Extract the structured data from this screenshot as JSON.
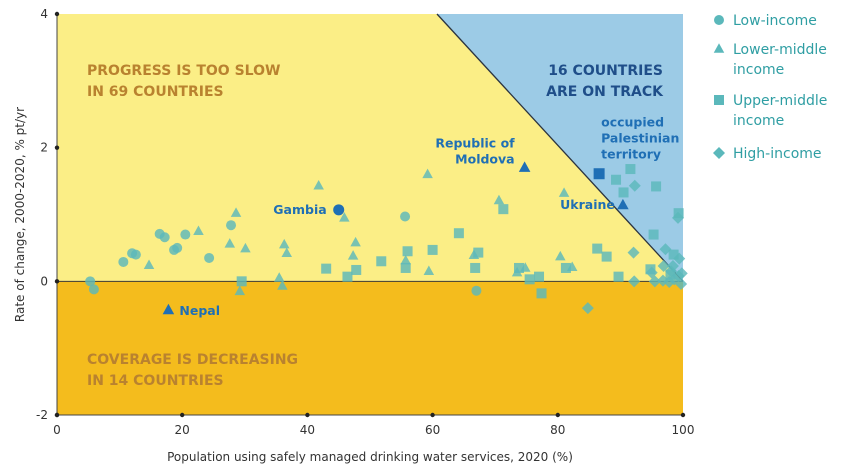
{
  "chart_data": {
    "type": "scatter",
    "xlabel": "Population using safely managed drinking water services, 2020 (%)",
    "ylabel": "Rate of change, 2000-2020, % pt/yr",
    "xlim": [
      0,
      100
    ],
    "ylim": [
      -2,
      4
    ],
    "x_ticks": [
      "0",
      "20",
      "40",
      "60",
      "80",
      "100"
    ],
    "y_ticks": [
      "-2",
      "0",
      "2",
      "4"
    ],
    "grid": false,
    "legend_position": "top-right",
    "colors": {
      "region_slow": "#fbee86",
      "region_decreasing": "#f4bc1d",
      "region_on_track": "#9ccbe6",
      "marker": "#5bb8bb",
      "highlight": "#1f6fb5",
      "label_orange": "#b9822f",
      "label_blue": "#1f4e89"
    },
    "regions": [
      {
        "name": "slow",
        "lines": [
          "PROGRESS IS TOO SLOW",
          "IN 69 COUNTRIES"
        ]
      },
      {
        "name": "on_track",
        "lines": [
          "16 COUNTRIES",
          "ARE ON TRACK"
        ]
      },
      {
        "name": "decreasing",
        "lines": [
          "COVERAGE IS DECREASING",
          "IN 14 COUNTRIES"
        ]
      }
    ],
    "threshold_line": {
      "x": [
        60.7,
        100
      ],
      "y": [
        4,
        0
      ]
    },
    "series": [
      {
        "name": "Low-income",
        "marker": "circle",
        "points": [
          [
            5.3,
            0.0
          ],
          [
            5.9,
            -0.12
          ],
          [
            10.6,
            0.29
          ],
          [
            12.0,
            0.42
          ],
          [
            12.6,
            0.4
          ],
          [
            16.4,
            0.71
          ],
          [
            17.2,
            0.66
          ],
          [
            18.7,
            0.47
          ],
          [
            19.2,
            0.5
          ],
          [
            20.5,
            0.7
          ],
          [
            24.3,
            0.35
          ],
          [
            27.8,
            0.84
          ],
          [
            55.6,
            0.97
          ],
          [
            67.0,
            -0.14
          ]
        ]
      },
      {
        "name": "Lower-middle income",
        "marker": "triangle",
        "points": [
          [
            14.7,
            0.24
          ],
          [
            22.6,
            0.75
          ],
          [
            27.6,
            0.56
          ],
          [
            28.6,
            1.02
          ],
          [
            29.2,
            -0.15
          ],
          [
            30.1,
            0.49
          ],
          [
            35.5,
            0.05
          ],
          [
            36.0,
            -0.07
          ],
          [
            36.3,
            0.55
          ],
          [
            36.7,
            0.42
          ],
          [
            41.8,
            1.43
          ],
          [
            45.9,
            0.95
          ],
          [
            47.3,
            0.38
          ],
          [
            47.7,
            0.58
          ],
          [
            55.7,
            0.31
          ],
          [
            59.2,
            1.6
          ],
          [
            59.4,
            0.15
          ],
          [
            66.6,
            0.39
          ],
          [
            70.6,
            1.21
          ],
          [
            73.5,
            0.13
          ],
          [
            74.8,
            0.2
          ],
          [
            80.4,
            0.37
          ],
          [
            81.0,
            1.32
          ],
          [
            82.3,
            0.21
          ]
        ]
      },
      {
        "name": "Upper-middle income",
        "marker": "square",
        "points": [
          [
            29.5,
            0.0
          ],
          [
            43.0,
            0.19
          ],
          [
            46.4,
            0.07
          ],
          [
            47.8,
            0.17
          ],
          [
            51.8,
            0.3
          ],
          [
            55.7,
            0.2
          ],
          [
            56.0,
            0.45
          ],
          [
            60.0,
            0.47
          ],
          [
            64.2,
            0.72
          ],
          [
            66.8,
            0.2
          ],
          [
            67.3,
            0.43
          ],
          [
            71.3,
            1.08
          ],
          [
            73.8,
            0.2
          ],
          [
            75.5,
            0.03
          ],
          [
            77.0,
            0.07
          ],
          [
            77.4,
            -0.18
          ],
          [
            81.3,
            0.2
          ],
          [
            86.3,
            0.49
          ],
          [
            86.6,
            1.61
          ],
          [
            87.8,
            0.37
          ],
          [
            89.3,
            1.52
          ],
          [
            89.7,
            0.07
          ],
          [
            90.5,
            1.33
          ],
          [
            91.6,
            1.68
          ],
          [
            94.8,
            0.18
          ],
          [
            95.3,
            0.7
          ],
          [
            95.7,
            1.42
          ],
          [
            98.0,
            0.1
          ],
          [
            98.5,
            0.4
          ],
          [
            99.3,
            1.02
          ]
        ]
      },
      {
        "name": "High-income",
        "marker": "diamond",
        "points": [
          [
            84.8,
            -0.4
          ],
          [
            92.1,
            0.43
          ],
          [
            92.2,
            0.0
          ],
          [
            92.3,
            1.43
          ],
          [
            95.0,
            0.13
          ],
          [
            95.5,
            0.0
          ],
          [
            96.8,
            0.01
          ],
          [
            96.9,
            0.23
          ],
          [
            97.2,
            0.48
          ],
          [
            97.8,
            -0.01
          ],
          [
            98.1,
            0.15
          ],
          [
            98.4,
            0.23
          ],
          [
            98.6,
            0.03
          ],
          [
            99.2,
            0.95
          ],
          [
            99.3,
            0.08
          ],
          [
            99.4,
            0.34
          ],
          [
            99.7,
            -0.04
          ],
          [
            99.8,
            0.12
          ]
        ]
      }
    ],
    "highlighted": [
      {
        "label": "Gambia",
        "marker": "circle",
        "x": 45.0,
        "y": 1.07
      },
      {
        "label": "Nepal",
        "marker": "triangle",
        "x": 17.8,
        "y": -0.43
      },
      {
        "label": "Republic of Moldova",
        "marker": "triangle",
        "x": 74.7,
        "y": 1.7
      },
      {
        "label": "Ukraine",
        "marker": "triangle",
        "x": 90.4,
        "y": 1.14
      },
      {
        "label": "occupied Palestinian territory",
        "marker": "square",
        "x": 86.6,
        "y": 1.61
      }
    ],
    "annotations": [
      {
        "for": "Gambia",
        "lines": [
          "Gambia"
        ]
      },
      {
        "for": "Nepal",
        "lines": [
          "Nepal"
        ]
      },
      {
        "for": "Republic of Moldova",
        "lines": [
          "Republic of",
          "Moldova"
        ]
      },
      {
        "for": "Ukraine",
        "lines": [
          "Ukraine"
        ]
      },
      {
        "for": "occupied Palestinian territory",
        "lines": [
          "occupied",
          "Palestinian",
          "territory"
        ]
      }
    ],
    "legend": [
      {
        "marker": "circle",
        "lines": [
          "Low-income"
        ]
      },
      {
        "marker": "triangle",
        "lines": [
          "Lower-middle",
          "income"
        ]
      },
      {
        "marker": "square",
        "lines": [
          "Upper-middle",
          "income"
        ]
      },
      {
        "marker": "diamond",
        "lines": [
          "High-income"
        ]
      }
    ]
  }
}
